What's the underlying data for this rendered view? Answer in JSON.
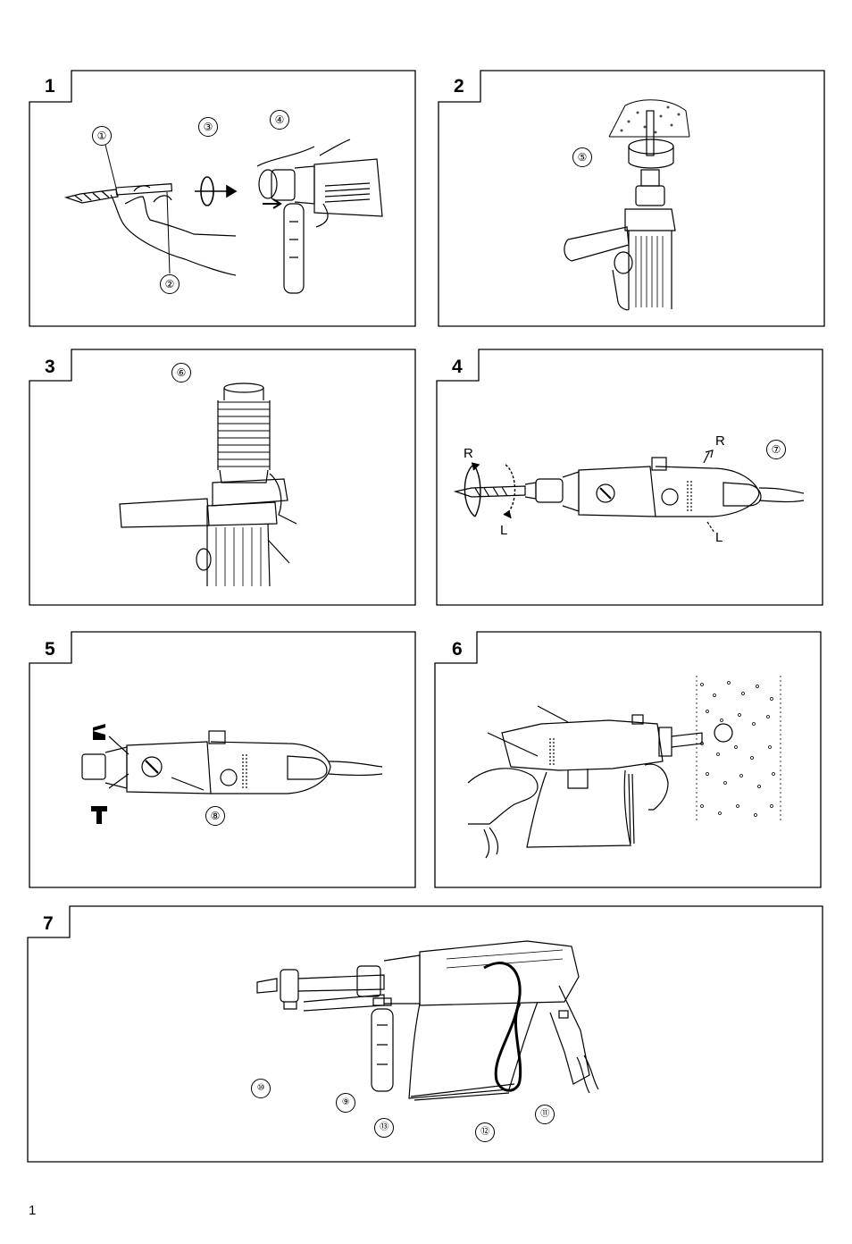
{
  "figures": [
    {
      "number": "1",
      "callouts": [
        "①",
        "②",
        "③",
        "④"
      ]
    },
    {
      "number": "2",
      "callouts": [
        "⑤"
      ]
    },
    {
      "number": "3",
      "callouts": [
        "⑥"
      ]
    },
    {
      "number": "4",
      "callouts": [
        "⑦"
      ],
      "rotation_labels": {
        "right": "R",
        "left": "L"
      }
    },
    {
      "number": "5",
      "callouts": [
        "⑧"
      ]
    },
    {
      "number": "6",
      "callouts": []
    },
    {
      "number": "7",
      "callouts": [
        "⑨",
        "⑩",
        "⑪",
        "⑫",
        "⑬"
      ]
    }
  ],
  "page_number": "1",
  "icons": {
    "rotation_symbol": "rotate-arrow-icon",
    "drill_mode": "drill-bit-icon",
    "hammer_mode": "hammer-icon"
  },
  "colors": {
    "line": "#000000",
    "background": "#ffffff"
  }
}
